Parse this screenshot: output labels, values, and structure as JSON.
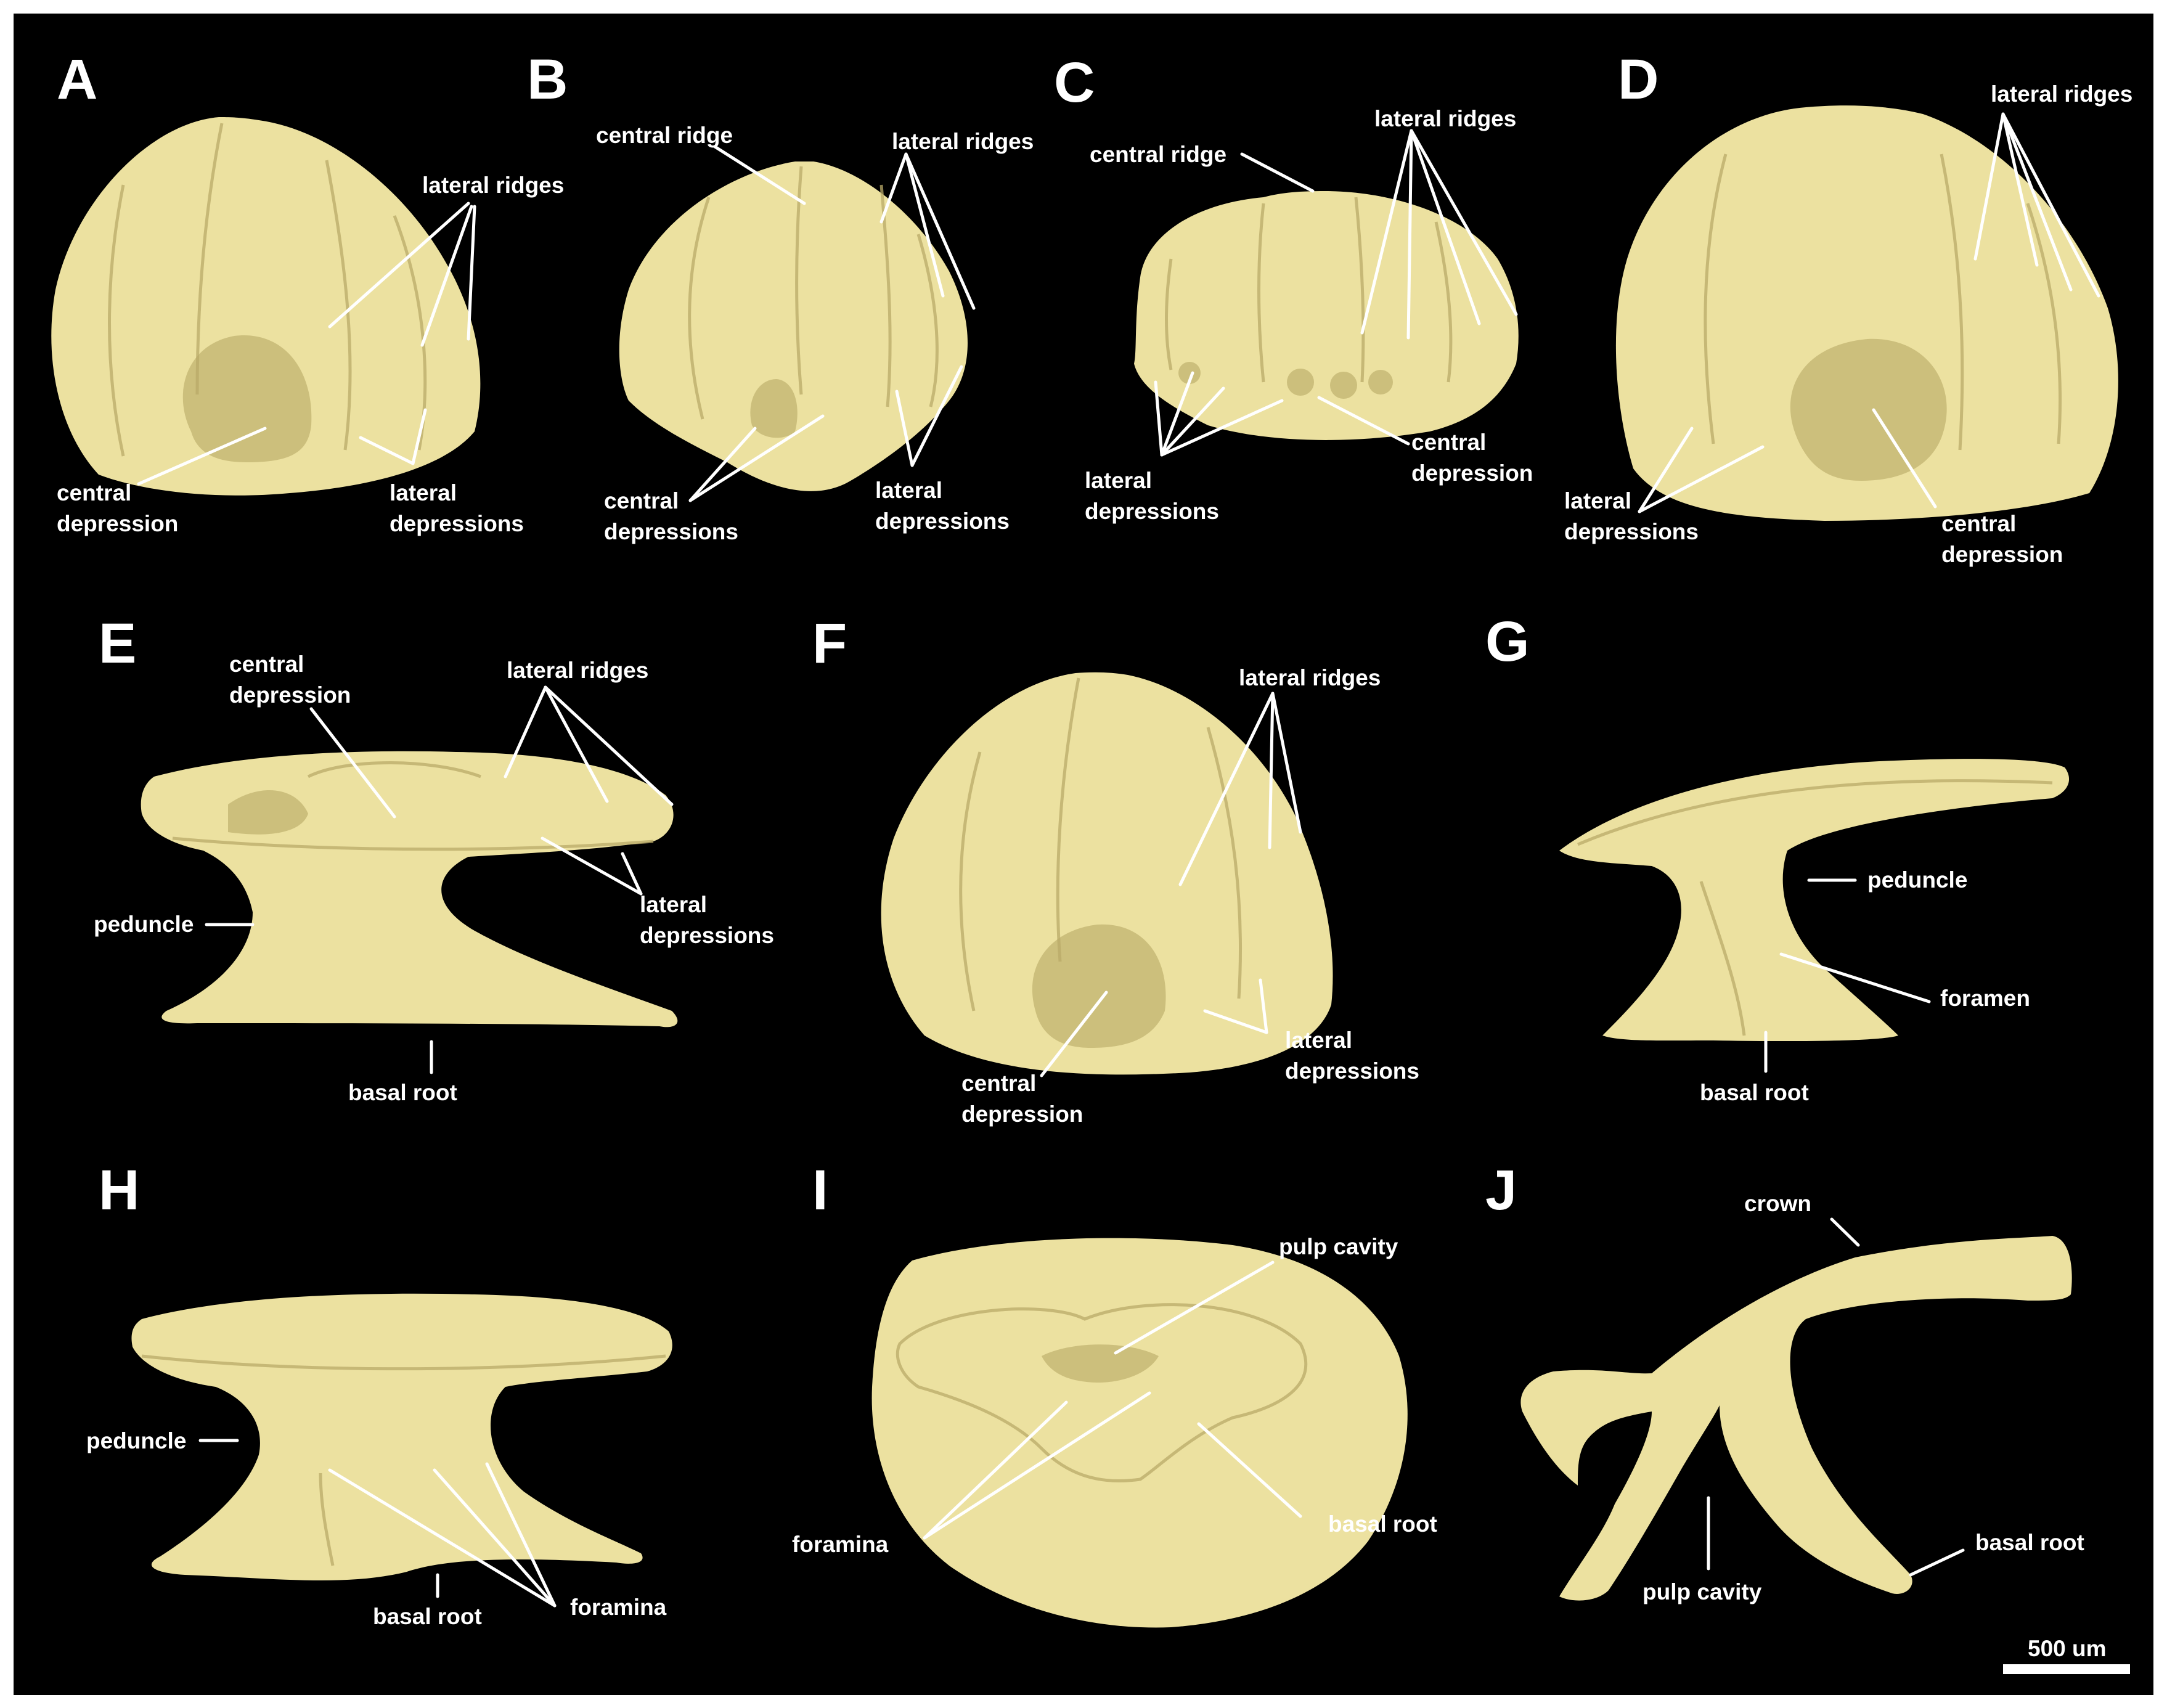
{
  "figure": {
    "background": "#000000",
    "specimen_color": "#ece1a0",
    "scale_bar_label": "500 um"
  },
  "panels": [
    {
      "id": "A",
      "label": "A",
      "annotations": [
        {
          "id": "lateral_ridges",
          "lines": [
            "lateral ridges"
          ]
        },
        {
          "id": "central_depression",
          "lines": [
            "central",
            "depression"
          ]
        },
        {
          "id": "lateral_depressions",
          "lines": [
            "lateral",
            "depressions"
          ]
        }
      ]
    },
    {
      "id": "B",
      "label": "B",
      "annotations": [
        {
          "id": "central_ridge",
          "lines": [
            "central ridge"
          ]
        },
        {
          "id": "lateral_ridges",
          "lines": [
            "lateral ridges"
          ]
        },
        {
          "id": "central_depressions",
          "lines": [
            "central",
            "depressions"
          ]
        },
        {
          "id": "lateral_depressions",
          "lines": [
            "lateral",
            "depressions"
          ]
        }
      ]
    },
    {
      "id": "C",
      "label": "C",
      "annotations": [
        {
          "id": "central_ridge",
          "lines": [
            "central ridge"
          ]
        },
        {
          "id": "lateral_ridges",
          "lines": [
            "lateral ridges"
          ]
        },
        {
          "id": "central_depression",
          "lines": [
            "central",
            "depression"
          ]
        },
        {
          "id": "lateral_depressions",
          "lines": [
            "lateral",
            "depressions"
          ]
        }
      ]
    },
    {
      "id": "D",
      "label": "D",
      "annotations": [
        {
          "id": "lateral_ridges",
          "lines": [
            "lateral ridges"
          ]
        },
        {
          "id": "lateral_depressions",
          "lines": [
            "lateral",
            "depressions"
          ]
        },
        {
          "id": "central_depression",
          "lines": [
            "central",
            "depression"
          ]
        }
      ]
    },
    {
      "id": "E",
      "label": "E",
      "annotations": [
        {
          "id": "central_depression",
          "lines": [
            "central",
            "depression"
          ]
        },
        {
          "id": "lateral_ridges",
          "lines": [
            "lateral ridges"
          ]
        },
        {
          "id": "lateral_depressions",
          "lines": [
            "lateral",
            "depressions"
          ]
        },
        {
          "id": "peduncle",
          "lines": [
            "peduncle"
          ]
        },
        {
          "id": "basal_root",
          "lines": [
            "basal root"
          ]
        }
      ]
    },
    {
      "id": "F",
      "label": "F",
      "annotations": [
        {
          "id": "lateral_ridges",
          "lines": [
            "lateral ridges"
          ]
        },
        {
          "id": "central_depression",
          "lines": [
            "central",
            "depression"
          ]
        },
        {
          "id": "lateral_depressions",
          "lines": [
            "lateral",
            "depressions"
          ]
        }
      ]
    },
    {
      "id": "G",
      "label": "G",
      "annotations": [
        {
          "id": "peduncle",
          "lines": [
            "peduncle"
          ]
        },
        {
          "id": "foramen",
          "lines": [
            "foramen"
          ]
        },
        {
          "id": "basal_root",
          "lines": [
            "basal root"
          ]
        }
      ]
    },
    {
      "id": "H",
      "label": "H",
      "annotations": [
        {
          "id": "peduncle",
          "lines": [
            "peduncle"
          ]
        },
        {
          "id": "basal_root",
          "lines": [
            "basal root"
          ]
        },
        {
          "id": "foramina",
          "lines": [
            "foramina"
          ]
        }
      ]
    },
    {
      "id": "I",
      "label": "I",
      "annotations": [
        {
          "id": "pulp_cavity",
          "lines": [
            "pulp cavity"
          ]
        },
        {
          "id": "foramina",
          "lines": [
            "foramina"
          ]
        },
        {
          "id": "basal_root",
          "lines": [
            "basal root"
          ]
        }
      ]
    },
    {
      "id": "J",
      "label": "J",
      "annotations": [
        {
          "id": "crown",
          "lines": [
            "crown"
          ]
        },
        {
          "id": "basal_root",
          "lines": [
            "basal root"
          ]
        },
        {
          "id": "pulp_cavity",
          "lines": [
            "pulp cavity"
          ]
        }
      ]
    }
  ]
}
